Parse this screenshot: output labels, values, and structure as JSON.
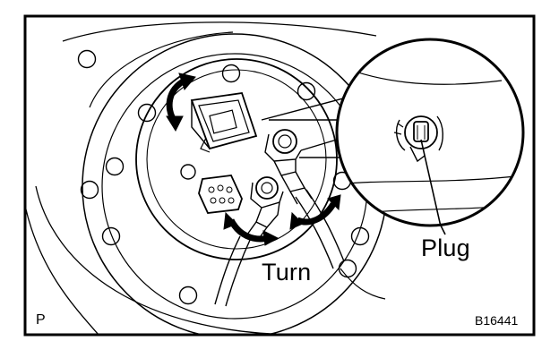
{
  "diagram": {
    "callouts": {
      "turn": "Turn",
      "plug": "Plug"
    },
    "corner_mark": "P",
    "figure_code": "B16441"
  },
  "colors": {
    "ink": "#000000",
    "paper": "#ffffff"
  }
}
